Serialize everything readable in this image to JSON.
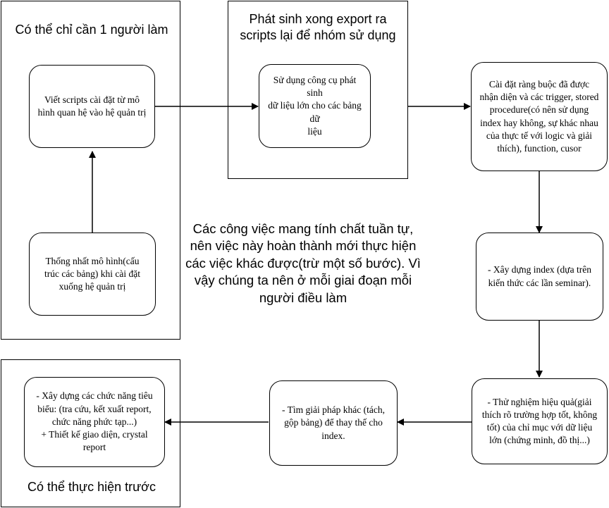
{
  "frames": {
    "one_person": {
      "title": "Có thể chỉ cần 1 người làm"
    },
    "export": {
      "title": "Phát sinh xong export ra\nscripts lại để nhóm sử dụng"
    },
    "first": {
      "title": "Có thể thực hiện trước"
    }
  },
  "nodes": {
    "unify_model": "Thống nhất mô hình(cấu\ntrúc các bảng) khi cài đặt\nxuống hệ quản trị",
    "write_scripts": "Viết scripts cài đặt từ mô\nhình quan hệ vào hệ quản trị",
    "generate_data": "Sử dụng công cụ phát sinh\ndữ liệu lớn cho các bảng dữ\nliệu",
    "constraints": "Cài đặt ràng buộc đã được\nnhận diện và các trigger, stored\nprocedure(có nên sử dụng\nindex hay không, sự khác nhau\ncủa thực tế với logic và giải\nthích), function, cusor",
    "build_index": "- Xây dựng index (dựa trên\nkiến thức các lần seminar).",
    "test_efficiency": "- Thử nghiệm hiệu quả(giải\nthích rõ trường hợp tốt, không\ntốt) của chỉ mục với dữ liệu\nlớn (chứng minh, đồ thị...)",
    "alternative": "- Tìm giải pháp khác (tách,\ngộp bảng) để thay thế cho\nindex.",
    "features": "- Xây dựng các chức năng tiêu\nbiểu: (tra cứu, kết xuất report,\nchức năng phức tạp...)\n+ Thiết kế giao diện, crystal\nreport"
  },
  "note": "Các công việc mang tính chất tuần tự,\nnên việc này hoàn thành mới thực hiện\ncác việc khác được(trừ một số bước). Vì\nvậy chúng ta nên ở mỗi giai đoạn mỗi\nngười điều làm"
}
